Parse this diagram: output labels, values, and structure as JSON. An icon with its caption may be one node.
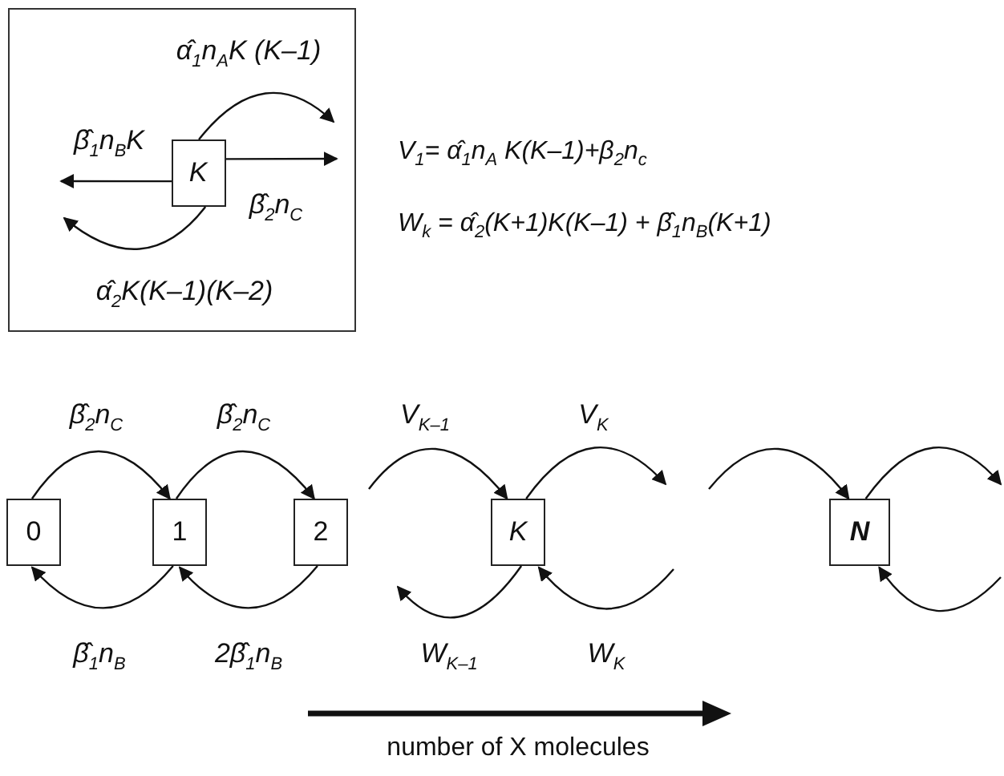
{
  "diagram": {
    "nodes": [
      {
        "text": [],
        "shape": "box"
      },
      {
        "text": [
          "K"
        ],
        "in": 0
      },
      {
        "text": [
          "0"
        ]
      },
      {
        "text": [
          "1"
        ]
      },
      {
        "text": [
          "2"
        ]
      },
      {
        "text": [
          "K"
        ]
      },
      {
        "text": [
          "N"
        ]
      }
    ],
    "edges": [
      {
        "from": 1,
        "to": null,
        "arrow": "to",
        "label": "α̂$_{1}$n$_{A}$K (K–1)"
      },
      {
        "from": 1,
        "to": null,
        "arrow": "to",
        "label": "β̂$_{1}$n$_{B}$K"
      },
      {
        "from": 1,
        "to": null,
        "arrow": "to",
        "label": "β̂$_{2}$n$_{C}$"
      },
      {
        "from": 1,
        "to": null,
        "arrow": "to",
        "label": "α̂$_{2}$K(K–1)(K–2)"
      },
      {
        "from": 2,
        "to": 3,
        "arrow": "to",
        "label": "β̂$_{2}$n$_{C}$"
      },
      {
        "from": 3,
        "to": 4,
        "arrow": "to",
        "label": "β̂$_{2}$n$_{C}$"
      },
      {
        "from": null,
        "to": 5,
        "arrow": "to",
        "label": "V$_{K–1}$"
      },
      {
        "from": 5,
        "to": null,
        "arrow": "to",
        "label": "V$_{K}$"
      },
      {
        "from": null,
        "to": 6,
        "arrow": "to"
      },
      {
        "from": 6,
        "to": null,
        "arrow": "to"
      },
      {
        "from": 3,
        "to": 2,
        "arrow": "to",
        "label": "β̂$_{1}$n$_{B}$"
      },
      {
        "from": 4,
        "to": 3,
        "arrow": "to",
        "label": "2β̂$_{1}$n$_{B}$"
      },
      {
        "from": 5,
        "to": null,
        "arrow": "to",
        "label": "W$_{K–1}$"
      },
      {
        "from": null,
        "to": 5,
        "arrow": "to",
        "label": "W$_{K}$"
      },
      {
        "from": null,
        "to": 6,
        "arrow": "to"
      }
    ],
    "labels": [
      "V$_{1}$= α̂$_{1}$n$_{A}$ K(K–1)+β$_{2}$n$_{c}$",
      "W$_{k}$ = α̂$_{2}$(K+1)K(K–1) + β̂$_{1}$n$_{B}$(K+1)",
      "number of X molecules"
    ]
  }
}
